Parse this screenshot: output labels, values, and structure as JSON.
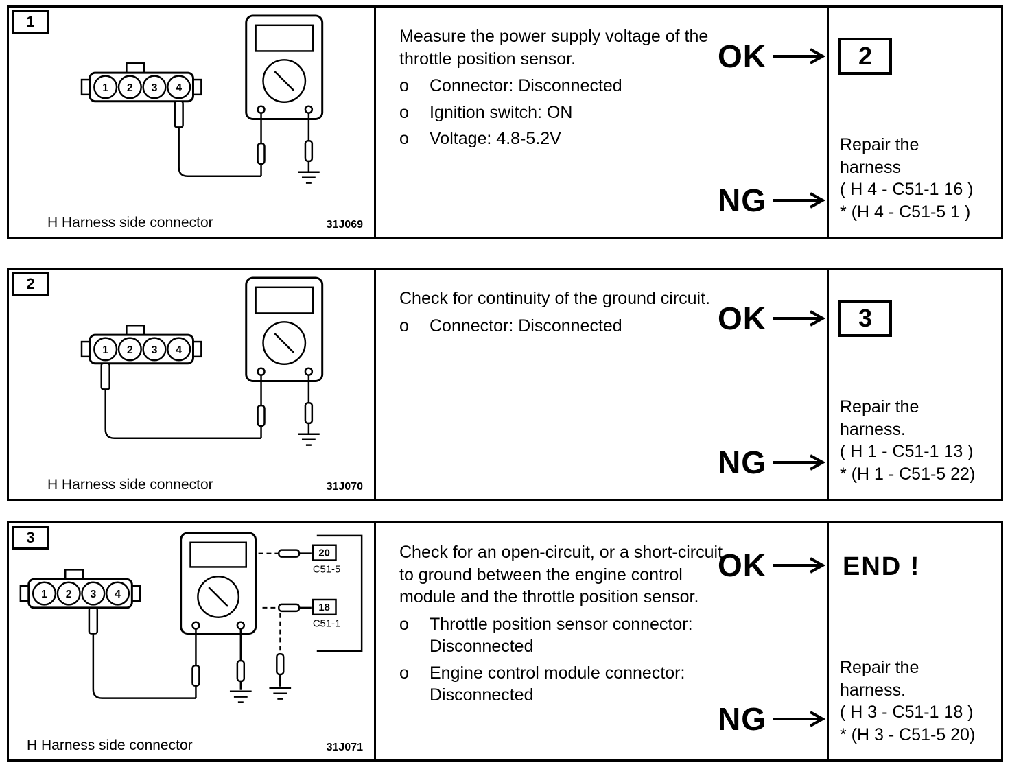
{
  "rows": [
    {
      "step": "1",
      "diagram": {
        "pins": [
          "1",
          "2",
          "3",
          "4"
        ],
        "caption": "H Harness side connector",
        "figure": "31J069"
      },
      "instructions": {
        "intro": "Measure the power supply voltage of the throttle position sensor.",
        "bullets": [
          {
            "marker": "o",
            "text": "Connector: Disconnected"
          },
          {
            "marker": "o",
            "text": "Ignition switch: ON"
          },
          {
            "marker": "o",
            "text": "Voltage: 4.8-5.2V"
          }
        ]
      },
      "ok": {
        "label": "OK",
        "result": "2"
      },
      "ng": {
        "label": "NG",
        "lines": [
          "Repair the",
          "harness",
          "( H 4 - C51-1 16 )",
          "* (H 4 - C51-5 1 )"
        ]
      }
    },
    {
      "step": "2",
      "diagram": {
        "pins": [
          "1",
          "2",
          "3",
          "4"
        ],
        "caption": "H Harness side connector",
        "figure": "31J070"
      },
      "instructions": {
        "intro": "Check for continuity of the ground circuit.",
        "bullets": [
          {
            "marker": "o",
            "text": "Connector: Disconnected"
          }
        ]
      },
      "ok": {
        "label": "OK",
        "result": "3"
      },
      "ng": {
        "label": "NG",
        "lines": [
          "Repair the",
          "harness.",
          "( H 1 - C51-1 13 )",
          "* (H 1 - C51-5 22)"
        ]
      }
    },
    {
      "step": "3",
      "diagram": {
        "pins": [
          "1",
          "2",
          "3",
          "4"
        ],
        "caption": "H Harness side connector",
        "figure": "31J071",
        "terminals": [
          {
            "pin": "20",
            "connector": "C51-5"
          },
          {
            "pin": "18",
            "connector": "C51-1"
          }
        ]
      },
      "instructions": {
        "intro": "Check for an open-circuit, or a short-circuit to ground between the engine control module and the throttle position sensor.",
        "bullets": [
          {
            "marker": "o",
            "text": "Throttle position sensor connector: Disconnected"
          },
          {
            "marker": "o",
            "text": "Engine control module connector: Disconnected"
          }
        ]
      },
      "ok": {
        "label": "OK",
        "result": "END !"
      },
      "ng": {
        "label": "NG",
        "lines": [
          "Repair the",
          "harness.",
          "( H 3 - C51-1 18 )",
          "* (H 3 - C51-5 20)"
        ]
      }
    }
  ]
}
